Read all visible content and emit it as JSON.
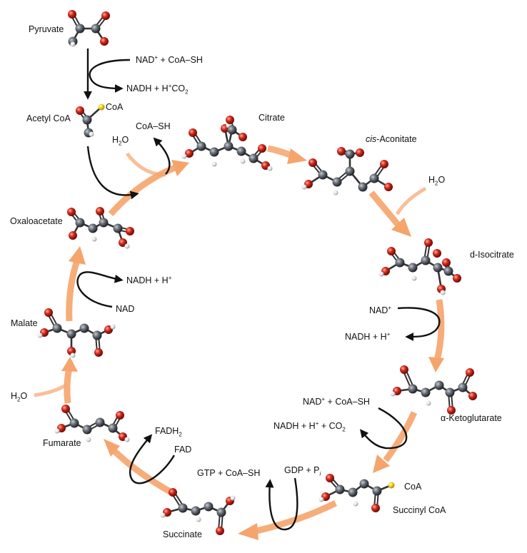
{
  "title": "",
  "colors": {
    "cycle_arrow": "#f5a46c",
    "cofactor_arrow": "#111111",
    "carbon": "#5b6068",
    "oxygen": "#c0261b",
    "hydrogen": "#e8e8e8",
    "sulfur": "#f2d21b",
    "bond": "#333333"
  },
  "molecules": {
    "pyruvate": "Pyruvate",
    "acetyl_coa": "Acetyl CoA",
    "acetyl_coa_tag": "CoA",
    "citrate": "Citrate",
    "cis_aconitate_prefix": "cis",
    "cis_aconitate_suffix": "-Aconitate",
    "isocitrate": "d-Isocitrate",
    "ketoglutarate": "α-Ketoglutarate",
    "succinyl_coa": "Succinyl CoA",
    "succinyl_coa_tag": "CoA",
    "succinate": "Succinate",
    "fumarate": "Fumarate",
    "malate": "Malate",
    "oxaloacetate": "Oxaloacetate"
  },
  "cofactors": {
    "pdh_in_a": "NAD",
    "pdh_in_a_sup": "+",
    "pdh_in_b": " + CoA–SH",
    "pdh_out_a": "NADH + H",
    "pdh_out_a_sup": "+",
    "pdh_out_b": "CO",
    "pdh_out_b_sub": "2",
    "cs_out": "CoA–SH",
    "cs_in_a": "H",
    "cs_in_a_sub": "2",
    "cs_in_b": "O",
    "aco_in_a": "H",
    "aco_in_a_sub": "2",
    "aco_in_b": "O",
    "idh_in_a": "NAD",
    "idh_in_a_sup": "+",
    "idh_out_a": "NADH + H",
    "idh_out_a_sup": "+",
    "kgdh_in_a": "NAD",
    "kgdh_in_a_sup": "+",
    "kgdh_in_b": " + CoA–SH",
    "kgdh_out_a": "NADH + H",
    "kgdh_out_a_sup": "+",
    "kgdh_out_b": " + CO",
    "kgdh_out_b_sub": "2",
    "scs_in_a": "GDP + P",
    "scs_in_a_sub": "i",
    "scs_out": "GTP + CoA–SH",
    "sdh_out_a": "FADH",
    "sdh_out_a_sub": "2",
    "sdh_in": "FAD",
    "fum_in_a": "H",
    "fum_in_a_sub": "2",
    "fum_in_b": "O",
    "mdh_out_a": "NADH + H",
    "mdh_out_a_sup": "+",
    "mdh_in": "NAD"
  }
}
